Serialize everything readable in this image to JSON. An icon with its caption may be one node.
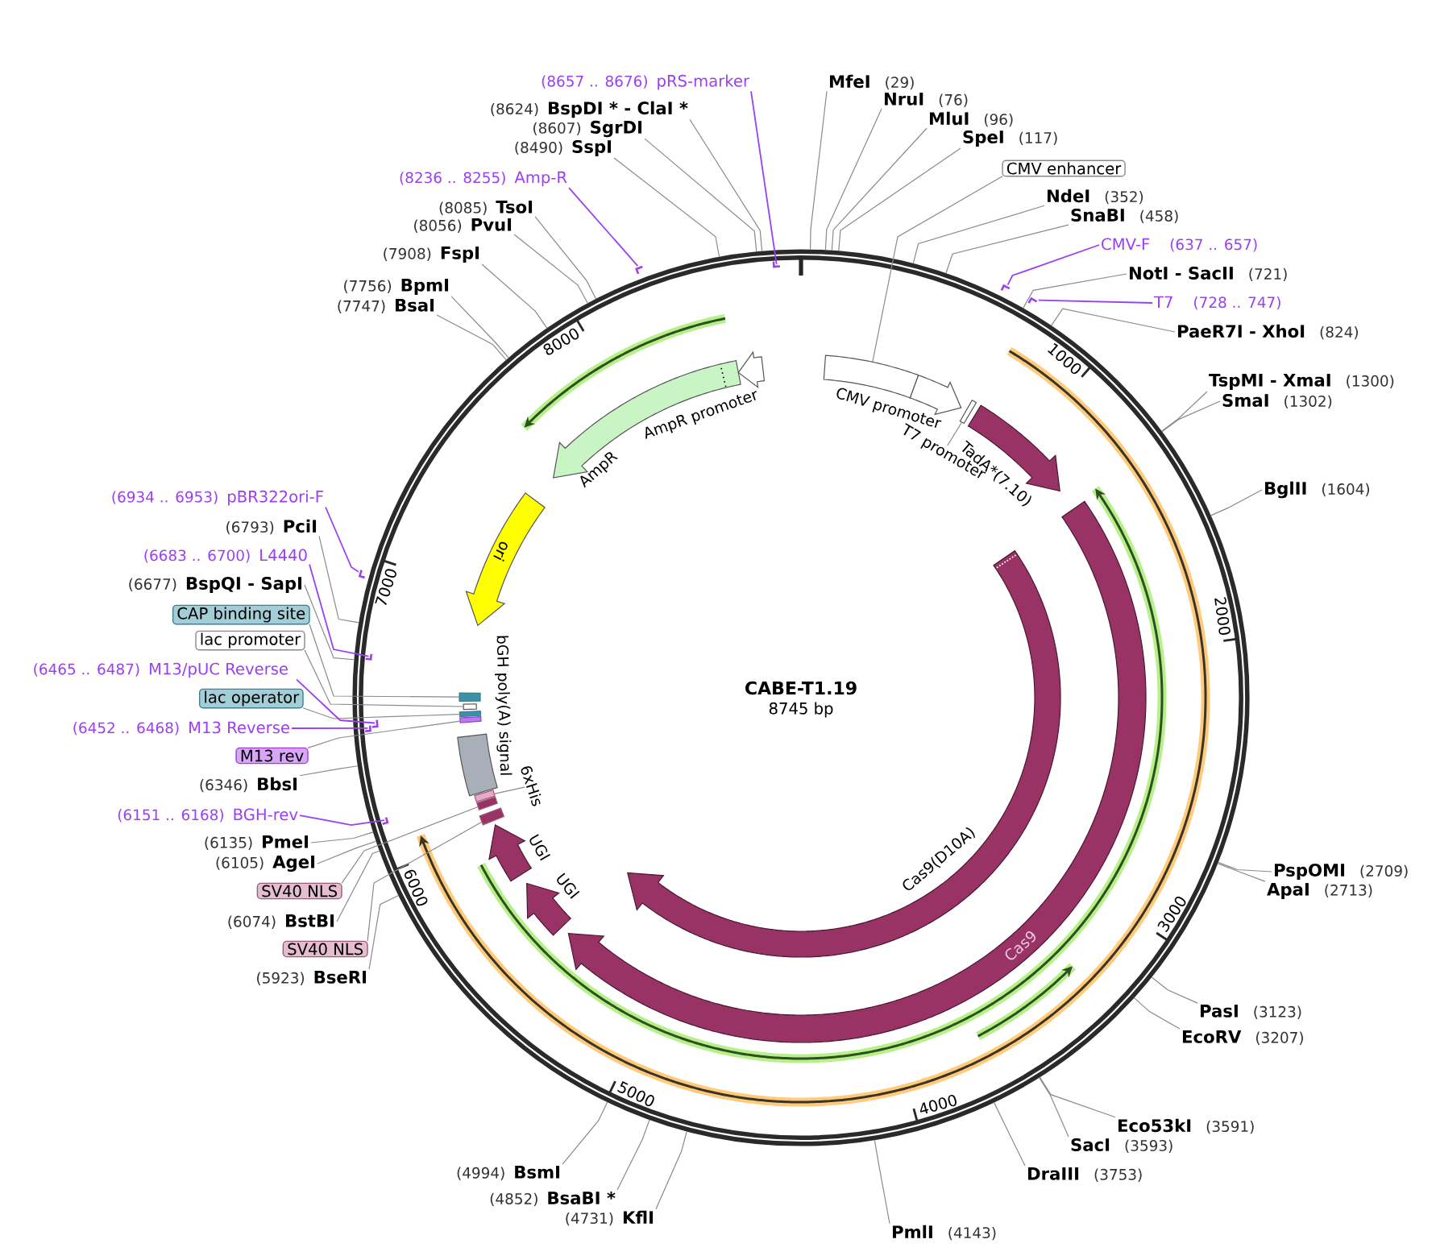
{
  "diagram": {
    "nodes": [
      {
        "text": [
          "MfeI",
          "(29)"
        ]
      },
      {
        "text": [
          "NruI",
          "(76)"
        ]
      },
      {
        "text": [
          "MluI",
          "(96)"
        ]
      },
      {
        "text": [
          "SpeI",
          "(117)"
        ]
      },
      {
        "text": [
          "CMV enhancer"
        ]
      },
      {
        "text": [
          "NdeI",
          "(352)"
        ]
      },
      {
        "text": [
          "SnaBI",
          "(458)"
        ]
      },
      {
        "text": [
          "CMV-F",
          "(637 .. 657)"
        ]
      },
      {
        "text": [
          "NotI - SacII",
          "(721)"
        ]
      },
      {
        "text": [
          "T7",
          "(728 .. 747)"
        ]
      },
      {
        "text": [
          "PaeR7I - XhoI",
          "(824)"
        ]
      },
      {
        "text": [
          "TspMI - XmaI",
          "(1300)"
        ]
      },
      {
        "text": [
          "SmaI",
          "(1302)"
        ]
      },
      {
        "text": [
          "BglII",
          "(1604)"
        ]
      },
      {
        "text": [
          "PspOMI",
          "(2709)"
        ]
      },
      {
        "text": [
          "ApaI",
          "(2713)"
        ]
      },
      {
        "text": [
          "PasI",
          "(3123)"
        ]
      },
      {
        "text": [
          "EcoRV",
          "(3207)"
        ]
      },
      {
        "text": [
          "Eco53kI",
          "(3591)"
        ]
      },
      {
        "text": [
          "SacI",
          "(3593)"
        ]
      },
      {
        "text": [
          "DraIII",
          "(3753)"
        ]
      },
      {
        "text": [
          "PmlI",
          "(4143)"
        ]
      },
      {
        "text": [
          "(4731)",
          "KflI"
        ]
      },
      {
        "text": [
          "(4852)",
          "BsaBI *"
        ]
      },
      {
        "text": [
          "(4994)",
          "BsmI"
        ]
      },
      {
        "text": [
          "(5923)",
          "BseRI"
        ]
      },
      {
        "text": [
          "SV40 NLS"
        ]
      },
      {
        "text": [
          "(6074)",
          "BstBI"
        ]
      },
      {
        "text": [
          "SV40 NLS"
        ]
      },
      {
        "text": [
          "(6105)",
          "AgeI"
        ]
      },
      {
        "text": [
          "(6135)",
          "PmeI"
        ]
      },
      {
        "text": [
          "(6151 .. 6168)",
          "BGH-rev"
        ]
      },
      {
        "text": [
          "(6346)",
          "BbsI"
        ]
      },
      {
        "text": [
          "M13 rev"
        ]
      },
      {
        "text": [
          "(6452 .. 6468)",
          "M13 Reverse"
        ]
      },
      {
        "text": [
          "lac operator"
        ]
      },
      {
        "text": [
          "(6465 .. 6487)",
          "M13/pUC Reverse"
        ]
      },
      {
        "text": [
          "lac promoter"
        ]
      },
      {
        "text": [
          "CAP binding site"
        ]
      },
      {
        "text": [
          "(6677)",
          "BspQI - SapI"
        ]
      },
      {
        "text": [
          "(6683 .. 6700)",
          "L4440"
        ]
      },
      {
        "text": [
          "(6793)",
          "PciI"
        ]
      },
      {
        "text": [
          "(6934 .. 6953)",
          "pBR322ori-F"
        ]
      },
      {
        "text": [
          "(7747)",
          "BsaI"
        ]
      },
      {
        "text": [
          "(7756)",
          "BpmI"
        ]
      },
      {
        "text": [
          "(7908)",
          "FspI"
        ]
      },
      {
        "text": [
          "(8056)",
          "PvuI"
        ]
      },
      {
        "text": [
          "(8085)",
          "TsoI"
        ]
      },
      {
        "text": [
          "(8236 .. 8255)",
          "Amp-R"
        ]
      },
      {
        "text": [
          "(8490)",
          "SspI"
        ]
      },
      {
        "text": [
          "(8607)",
          "SgrDI"
        ]
      },
      {
        "text": [
          "(8624)",
          "BspDI * - ClaI *"
        ]
      },
      {
        "text": [
          "(8657 .. 8676)",
          "pRS-marker"
        ]
      },
      {
        "text": [
          "CABE-T1.19",
          "8745 bp"
        ],
        "beside": [
          "1000",
          "2000",
          "3000",
          "4000",
          "5000",
          "6000",
          "7000",
          "8000"
        ]
      },
      {
        "text": [],
        "shape": "box",
        "in": 53
      },
      {
        "text": [
          "CMV promoter"
        ],
        "in": 53
      },
      {
        "text": [
          "T7 promoter"
        ],
        "in": 53
      },
      {
        "text": [],
        "shape": "box",
        "in": 53
      },
      {
        "text": [
          "TadA*(7.10)"
        ],
        "in": 53
      },
      {
        "text": [
          "Cas9"
        ],
        "in": 53
      },
      {
        "text": [
          "Cas9(D10A)"
        ],
        "in": 53
      },
      {
        "text": [
          "UGI"
        ],
        "in": 53
      },
      {
        "text": [
          "UGI"
        ],
        "in": 53
      },
      {
        "text": [],
        "shape": "box",
        "in": 53
      },
      {
        "text": [],
        "shape": "box",
        "in": 53
      },
      {
        "text": [
          "6xHis"
        ],
        "in": 53
      },
      {
        "text": [],
        "shape": "box",
        "in": 53
      },
      {
        "text": [
          "bGH poly(A) signal"
        ],
        "in": 53
      },
      {
        "text": [],
        "shape": "box",
        "in": 53
      },
      {
        "text": [],
        "shape": "box",
        "in": 53
      },
      {
        "text": [],
        "shape": "box",
        "in": 53
      },
      {
        "text": [],
        "shape": "box",
        "in": 53
      },
      {
        "text": [
          "ori"
        ],
        "in": 53
      },
      {
        "text": [
          "AmpR"
        ],
        "in": 53
      },
      {
        "text": [
          "AmpR promoter"
        ],
        "in": 53
      },
      {
        "text": [],
        "shape": "bar",
        "in": 53
      },
      {
        "text": [],
        "shape": "bar",
        "in": 53
      },
      {
        "text": [],
        "shape": "bar",
        "in": 53
      },
      {
        "text": [],
        "shape": "bar",
        "in": 53
      },
      {
        "text": [],
        "shape": "bar",
        "in": 53
      },
      {
        "text": [],
        "shape": "bar",
        "in": 53
      },
      {
        "text": [],
        "shape": "bar",
        "in": 53
      },
      {
        "text": [],
        "shape": "bar",
        "in": 53
      },
      {
        "text": [],
        "shape": "bar",
        "in": 53
      }
    ],
    "edges": [
      {
        "from": 0,
        "to": 53,
        "arrow": "none"
      },
      {
        "from": 1,
        "to": 53,
        "arrow": "none"
      },
      {
        "from": 2,
        "to": 53,
        "arrow": "none"
      },
      {
        "from": 3,
        "to": 53,
        "arrow": "none"
      },
      {
        "from": 4,
        "to": 54,
        "arrow": "none"
      },
      {
        "from": 5,
        "to": 53,
        "arrow": "none"
      },
      {
        "from": 6,
        "to": 53,
        "arrow": "none"
      },
      {
        "from": 7,
        "to": 75,
        "arrow": "none",
        "color": "#9b3ff2"
      },
      {
        "from": 8,
        "to": 53,
        "arrow": "none"
      },
      {
        "from": 9,
        "to": 76,
        "arrow": "none",
        "color": "#9b3ff2"
      },
      {
        "from": 10,
        "to": 53,
        "arrow": "none"
      },
      {
        "from": 11,
        "to": 53,
        "arrow": "none"
      },
      {
        "from": 12,
        "to": 53,
        "arrow": "none"
      },
      {
        "from": 13,
        "to": 53,
        "arrow": "none"
      },
      {
        "from": 14,
        "to": 53,
        "arrow": "none"
      },
      {
        "from": 15,
        "to": 53,
        "arrow": "none"
      },
      {
        "from": 16,
        "to": 53,
        "arrow": "none"
      },
      {
        "from": 17,
        "to": 53,
        "arrow": "none"
      },
      {
        "from": 18,
        "to": 53,
        "arrow": "none"
      },
      {
        "from": 19,
        "to": 53,
        "arrow": "none"
      },
      {
        "from": 20,
        "to": 53,
        "arrow": "none"
      },
      {
        "from": 21,
        "to": 53,
        "arrow": "none"
      },
      {
        "from": 22,
        "to": 53,
        "arrow": "none"
      },
      {
        "from": 23,
        "to": 53,
        "arrow": "none"
      },
      {
        "from": 24,
        "to": 53,
        "arrow": "none"
      },
      {
        "from": 25,
        "to": 53,
        "arrow": "none"
      },
      {
        "from": 26,
        "to": 63,
        "arrow": "none"
      },
      {
        "from": 27,
        "to": 53,
        "arrow": "none"
      },
      {
        "from": 28,
        "to": 64,
        "arrow": "none"
      },
      {
        "from": 29,
        "to": 53,
        "arrow": "none"
      },
      {
        "from": 30,
        "to": 53,
        "arrow": "none"
      },
      {
        "from": 31,
        "to": 77,
        "arrow": "none",
        "color": "#9b3ff2"
      },
      {
        "from": 32,
        "to": 53,
        "arrow": "none"
      },
      {
        "from": 33,
        "to": 68,
        "arrow": "none"
      },
      {
        "from": 34,
        "to": 78,
        "arrow": "none",
        "color": "#9b3ff2"
      },
      {
        "from": 35,
        "to": 69,
        "arrow": "none"
      },
      {
        "from": 36,
        "to": 79,
        "arrow": "none",
        "color": "#9b3ff2"
      },
      {
        "from": 37,
        "to": 70,
        "arrow": "none"
      },
      {
        "from": 38,
        "to": 71,
        "arrow": "none"
      },
      {
        "from": 39,
        "to": 53,
        "arrow": "none"
      },
      {
        "from": 40,
        "to": 80,
        "arrow": "none",
        "color": "#9b3ff2"
      },
      {
        "from": 41,
        "to": 53,
        "arrow": "none"
      },
      {
        "from": 42,
        "to": 81,
        "arrow": "none",
        "color": "#9b3ff2"
      },
      {
        "from": 43,
        "to": 53,
        "arrow": "none"
      },
      {
        "from": 44,
        "to": 53,
        "arrow": "none"
      },
      {
        "from": 45,
        "to": 53,
        "arrow": "none"
      },
      {
        "from": 46,
        "to": 53,
        "arrow": "none"
      },
      {
        "from": 47,
        "to": 53,
        "arrow": "none"
      },
      {
        "from": 48,
        "to": 82,
        "arrow": "none",
        "color": "#9b3ff2"
      },
      {
        "from": 49,
        "to": 53,
        "arrow": "none"
      },
      {
        "from": 50,
        "to": 53,
        "arrow": "none"
      },
      {
        "from": 51,
        "to": 53,
        "arrow": "none"
      },
      {
        "from": 52,
        "to": 83,
        "arrow": "none",
        "color": "#9b3ff2"
      },
      {
        "from": 56,
        "to": 57,
        "arrow": "none"
      },
      {
        "from": 65,
        "to": 66,
        "arrow": "none"
      }
    ]
  }
}
